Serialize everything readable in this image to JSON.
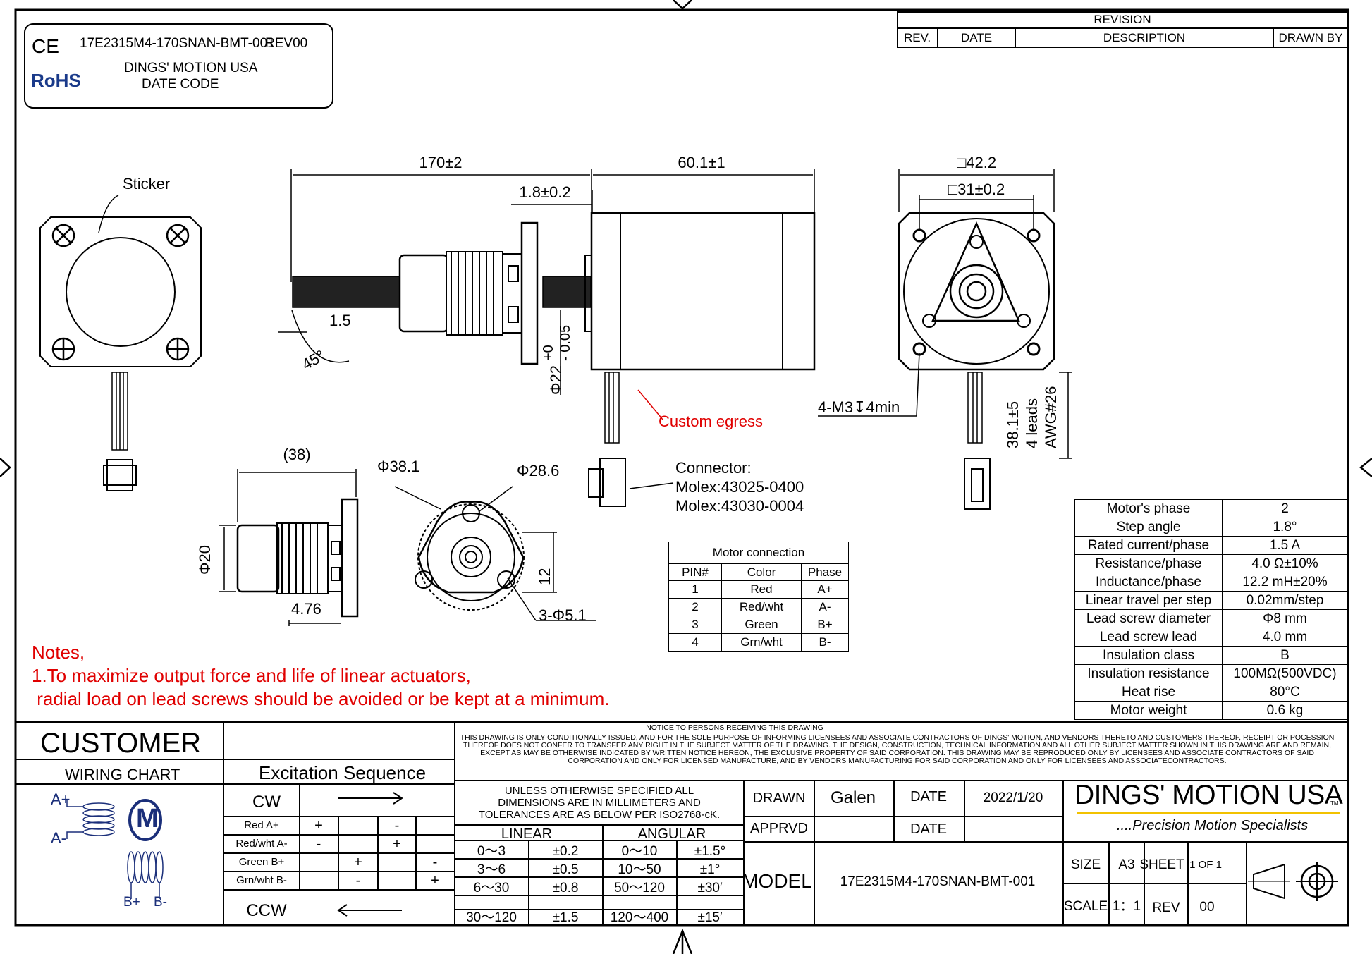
{
  "title_block": {
    "part_number": "17E2315M4-170SNAN-BMT-001",
    "rev": "REV00",
    "company": "DINGS' MOTION USA",
    "date_code": "DATE CODE",
    "ce": "CE",
    "rohs": "RoHS"
  },
  "revision": {
    "header": "REVISION",
    "cols": [
      "REV.",
      "DATE",
      "DESCRIPTION",
      "DRAWN BY"
    ]
  },
  "dims": {
    "total_len": "170±2",
    "body_len": "60.1±1",
    "flange_thk": "1.8±0.2",
    "sq_outer": "□42.2",
    "sq_inner": "□31±0.2",
    "sticker": "Sticker",
    "chamfer": "1.5",
    "angle": "45°",
    "boss": "Φ22  +0\n -0.05",
    "boss_a": "Φ22",
    "boss_b": "+0",
    "boss_c": "- 0.05",
    "custom_egress": "Custom egress",
    "thread": "4-M3↧4min",
    "lead_len": "38.1±5",
    "leads": "4 leads",
    "awg": "AWG#26",
    "nut_len": "(38)",
    "nut_dia": "Φ20",
    "nut_flange": "4.76",
    "flange_dia": "Φ38.1",
    "pcd": "Φ28.6",
    "flange_h": "12",
    "holes": "3-Φ5.1",
    "connector_title": "Connector:",
    "connector_1": "Molex:43025-0400",
    "connector_2": "Molex:43030-0004"
  },
  "motor_connection": {
    "title": "Motor connection",
    "headers": [
      "PIN#",
      "Color",
      "Phase"
    ],
    "rows": [
      [
        "1",
        "Red",
        "A+"
      ],
      [
        "2",
        "Red/wht",
        "A-"
      ],
      [
        "3",
        "Green",
        "B+"
      ],
      [
        "4",
        "Grn/wht",
        "B-"
      ]
    ]
  },
  "specs": [
    [
      "Motor's phase",
      "2"
    ],
    [
      "Step angle",
      "1.8°"
    ],
    [
      "Rated current/phase",
      "1.5 A"
    ],
    [
      "Resistance/phase",
      "4.0 Ω±10%"
    ],
    [
      "Inductance/phase",
      "12.2 mH±20%"
    ],
    [
      "Linear travel per step",
      "0.02mm/step"
    ],
    [
      "Lead screw diameter",
      "Φ8 mm"
    ],
    [
      "Lead screw lead",
      "4.0 mm"
    ],
    [
      "Insulation class",
      "B"
    ],
    [
      "Insulation resistance",
      "100MΩ(500VDC)"
    ],
    [
      "Heat rise",
      "80°C"
    ],
    [
      "Motor weight",
      "0.6 kg"
    ]
  ],
  "notes": {
    "title": "Notes,",
    "line1": "1.To maximize output force and life of linear actuators,",
    "line2": " radial load on lead screws should be avoided or be kept at a minimum."
  },
  "footer": {
    "customer": "CUSTOMER",
    "wiring_chart": "WIRING CHART",
    "excitation": "Excitation Sequence",
    "cw": "CW",
    "ccw": "CCW",
    "coil_a_plus": "A+",
    "coil_a_minus": "A-",
    "coil_b_plus": "B+",
    "coil_b_minus": "B-",
    "motor_letter": "M",
    "seq_rows": [
      [
        "Red A+",
        "+",
        "",
        "-",
        ""
      ],
      [
        "Red/wht A-",
        "-",
        "",
        "+",
        ""
      ],
      [
        "Green B+",
        "",
        "+",
        "",
        "-"
      ],
      [
        "Grn/wht B-",
        "",
        "-",
        "",
        "+"
      ]
    ],
    "notice_title": "NOTICE TO PERSONS RECEIVING THIS DRAWING",
    "notice_body": "THIS DRAWING IS ONLY CONDITIONALLY ISSUED, AND FOR THE SOLE PURPOSE OF INFORMING LICENSEES AND ASSOCIATE CONTRACTORS OF DINGS' MOTION, AND VENDORS THERETO AND CUSTOMERS THEREOF, RECEIPT OR POCESSION THEREOF DOES NOT CONFER TO TRANSFER ANY RIGHT IN THE SUBJECT MATTER OF THE DRAWING. THE DESIGN, CONSTRUCTION, TECHNICAL INFORMATION AND ALL OTHER SUBJECT MATTER SHOWN IN THIS DRAWING ARE AND REMAIN, EXCEPT AS MAY BE OTHERWISE INDICATED BY WRITTEN NOTICE HEREON, THE EXCLUSIVE PROPERTY OF SAID CORPORATION. THIS DRAWING MAY BE REPRODUCED ONLY BY LICENSEES AND ASSOCIATE CONTRACTORS OF SAID CORPORATION AND ONLY FOR LICENSED MANUFACTURE, AND BY VENDORS MANUFACTURING FOR SAID CORPORATION AND ONLY FOR LICENSEES AND ASSOCIATECONTRACTORS.",
    "unless": "UNLESS OTHERWISE SPECIFIED ALL\nDIMENSIONS ARE IN MILLIMETERS AND\nTOLERANCES ARE AS BELOW PER ISO2768-cK.",
    "unless_1": "UNLESS OTHERWISE SPECIFIED ALL",
    "unless_2": "DIMENSIONS ARE IN MILLIMETERS AND",
    "unless_3": "TOLERANCES ARE AS BELOW PER ISO2768-cK.",
    "linear": "LINEAR",
    "angular": "ANGULAR",
    "tol_rows": [
      [
        "0～3",
        "±0.2",
        "0～10",
        "±1.5°"
      ],
      [
        "3～6",
        "±0.5",
        "10～50",
        "±1°"
      ],
      [
        "6～30",
        "±0.8",
        "50～120",
        "±30′"
      ],
      [
        "30～120",
        "±1.5",
        "120～400",
        "±15′"
      ]
    ],
    "drawn": "DRAWN",
    "drawn_by": "Galen",
    "date": "DATE",
    "date_value": "2022/1/20",
    "apprvd": "APPRVD",
    "date2": "DATE",
    "model": "MODEL",
    "model_value": "17E2315M4-170SNAN-BMT-001",
    "logo": "DINGS' MOTION USA",
    "logo_tm": "TM",
    "tagline": "....Precision Motion Specialists",
    "size": "SIZE",
    "size_value": "A3",
    "sheet": "SHEET",
    "sheet_value": "1 OF 1",
    "scale": "SCALE",
    "scale_value": "1：1",
    "rev": "REV",
    "rev_value": "00"
  },
  "colors": {
    "line": "#000000",
    "note_red": "#e00000",
    "logo_yellow": "#f2c200",
    "rohs_blue": "#1a3a8a",
    "motor_blue": "#1b2f7a"
  }
}
